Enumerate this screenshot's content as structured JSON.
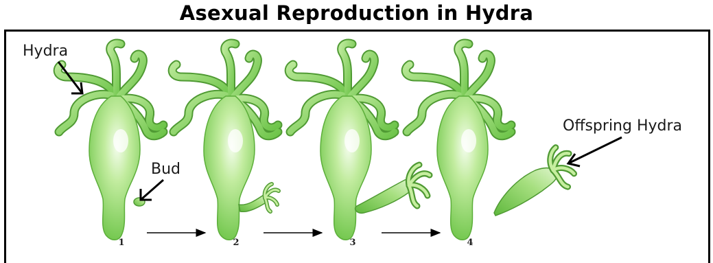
{
  "title": "Asexual Reproduction in Hydra",
  "labels": {
    "hydra": "Hydra",
    "bud": "Bud",
    "offspring": "Offspring Hydra"
  },
  "stages": [
    "1",
    "2",
    "3",
    "4"
  ],
  "colors": {
    "body_light": "#e6f8d8",
    "body_mid": "#9fdb78",
    "body_dark": "#5cb83a",
    "outline": "#4f9a33",
    "ink": "#000000"
  }
}
